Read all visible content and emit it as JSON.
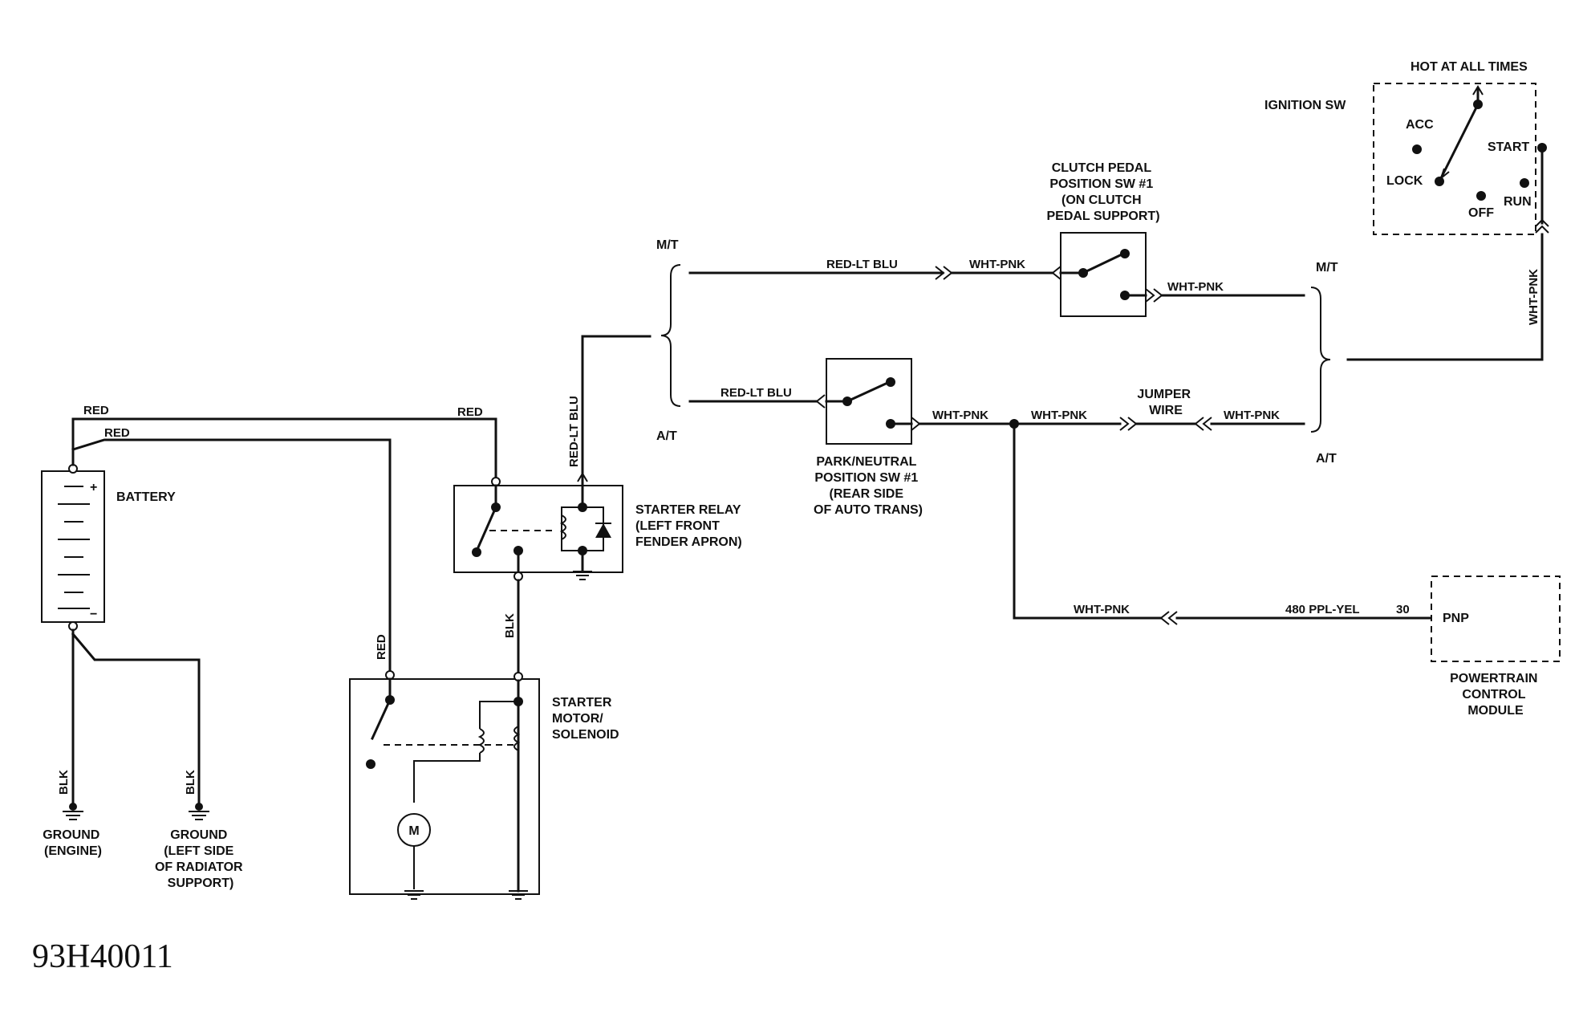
{
  "figure_code": "93H40011",
  "components": {
    "battery": "BATTERY",
    "battery_pos": "+",
    "battery_neg": "−",
    "ground_engine": [
      "GROUND",
      "(ENGINE)"
    ],
    "ground_radiator": [
      "GROUND",
      "(LEFT SIDE",
      "OF RADIATOR",
      "SUPPORT)"
    ],
    "starter_relay": [
      "STARTER RELAY",
      "(LEFT FRONT",
      "FENDER APRON)"
    ],
    "starter_motor": [
      "STARTER",
      "MOTOR/",
      "SOLENOID"
    ],
    "motor_symbol": "M",
    "park_neutral": [
      "PARK/NEUTRAL",
      "POSITION SW #1",
      "(REAR SIDE",
      "OF AUTO TRANS)"
    ],
    "clutch_pedal": [
      "CLUTCH PEDAL",
      "POSITION SW #1",
      "(ON CLUTCH",
      "PEDAL SUPPORT)"
    ],
    "jumper_wire": [
      "JUMPER",
      "WIRE"
    ],
    "ignition_sw": "IGNITION SW",
    "hot_at_all_times": "HOT AT ALL TIMES",
    "ign_positions": {
      "acc": "ACC",
      "start": "START",
      "lock": "LOCK",
      "off": "OFF",
      "run": "RUN"
    },
    "pcm": [
      "POWERTRAIN",
      "CONTROL",
      "MODULE"
    ],
    "pnp": "PNP",
    "pin": "30",
    "mt_left": "M/T",
    "at_left": "A/T",
    "mt_right": "M/T",
    "at_right": "A/T"
  },
  "wires": {
    "red_top": "RED",
    "red_second": "RED",
    "red_relay": "RED",
    "red_vertical": "RED",
    "red_lt_blu_vertical": "RED-LT BLU",
    "red_lt_blu_mt": "RED-LT BLU",
    "red_lt_blu_at": "RED-LT BLU",
    "blk_relay": "BLK",
    "blk_ground_engine": "BLK",
    "blk_ground_radiator": "BLK",
    "wht_pnk_clutch_in": "WHT-PNK",
    "wht_pnk_clutch_out": "WHT-PNK",
    "wht_pnk_pn_out": "WHT-PNK",
    "wht_pnk_mid": "WHT-PNK",
    "wht_pnk_jumper": "WHT-PNK",
    "wht_pnk_ignition": "WHT-PNK",
    "wht_pnk_pcm": "WHT-PNK",
    "ppl_yel": "480 PPL-YEL"
  }
}
